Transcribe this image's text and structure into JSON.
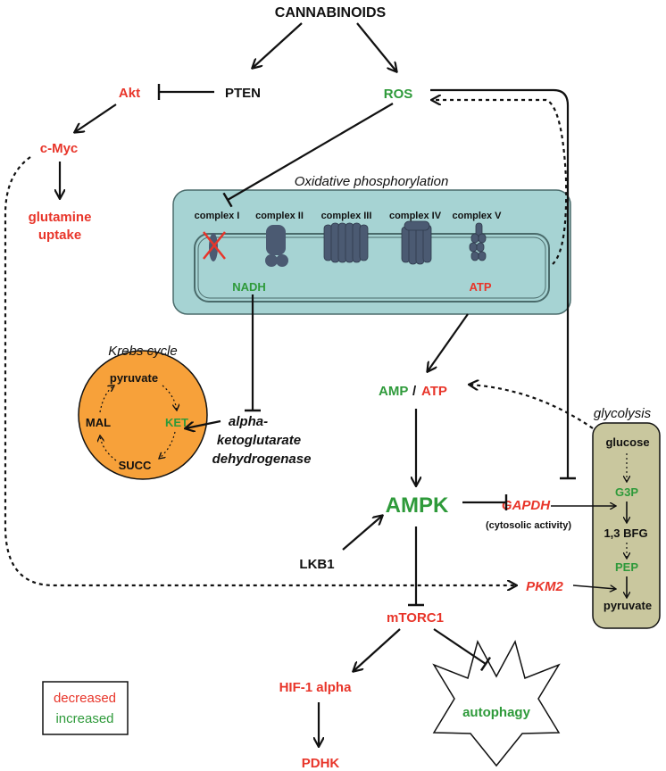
{
  "colors": {
    "decreased": "#e8352a",
    "increased": "#2e9a3a",
    "neutral": "#111111",
    "mito_fill": "#a6d3d3",
    "mito_stroke": "#4a6b6b",
    "krebs_fill": "#f7a13a",
    "glycolysis_fill": "#c9c79e",
    "protein_fill": "#4b5a72"
  },
  "nodes": {
    "cannabinoids": "CANNABINOIDS",
    "pten": "PTEN",
    "akt": "Akt",
    "ros": "ROS",
    "cmyc": "c-Myc",
    "glutamine_1": "glutamine",
    "glutamine_2": "uptake",
    "nadh": "NADH",
    "atp_mito": "ATP",
    "amp": "AMP",
    "slash": "/",
    "atp_ratio": "ATP",
    "ampk": "AMPK",
    "lkb1": "LKB1",
    "gapdh": "GAPDH",
    "gapdh_note": "(cytosolic activity)",
    "pkm2": "PKM2",
    "mtorc1": "mTORC1",
    "hif": "HIF-1 alpha",
    "pdhk": "PDHK",
    "autophagy": "autophagy",
    "akgdh_1": "alpha-",
    "akgdh_2": "ketoglutarate",
    "akgdh_3": "dehydrogenase"
  },
  "mitochondria": {
    "title": "Oxidative phosphorylation",
    "complexes": [
      "complex I",
      "complex II",
      "complex III",
      "complex IV",
      "complex V"
    ]
  },
  "krebs": {
    "title": "Krebs cycle",
    "pyruvate": "pyruvate",
    "ket": "KET",
    "succ": "SUCC",
    "mal": "MAL"
  },
  "glycolysis": {
    "title": "glycolysis",
    "steps": [
      "glucose",
      "G3P",
      "1,3 BFG",
      "PEP",
      "pyruvate"
    ]
  },
  "legend": {
    "decreased": "decreased",
    "increased": "increased"
  }
}
